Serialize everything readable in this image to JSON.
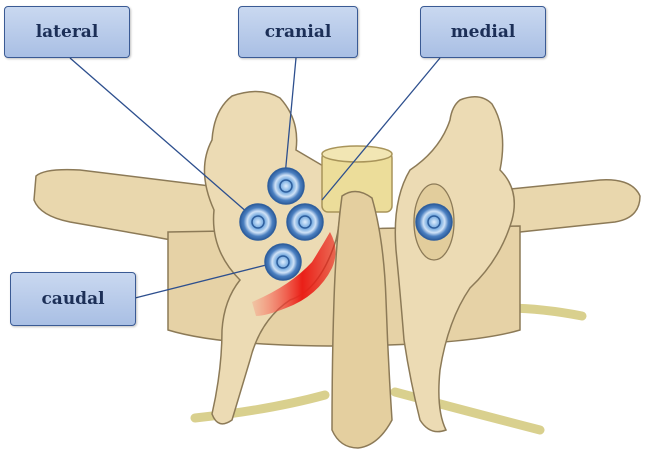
{
  "labels": {
    "lateral": "lateral",
    "cranial": "cranial",
    "medial": "medial",
    "caudal": "caudal"
  },
  "colors": {
    "bone": "#e9d7ad",
    "bone_outline": "#8c7a57",
    "nerve": "#d9d08e",
    "marker": "#4f86c6",
    "highlight": "#e8251f",
    "label_border": "#3a5a94"
  },
  "icons": [
    "screw-entry-marker-icon"
  ]
}
